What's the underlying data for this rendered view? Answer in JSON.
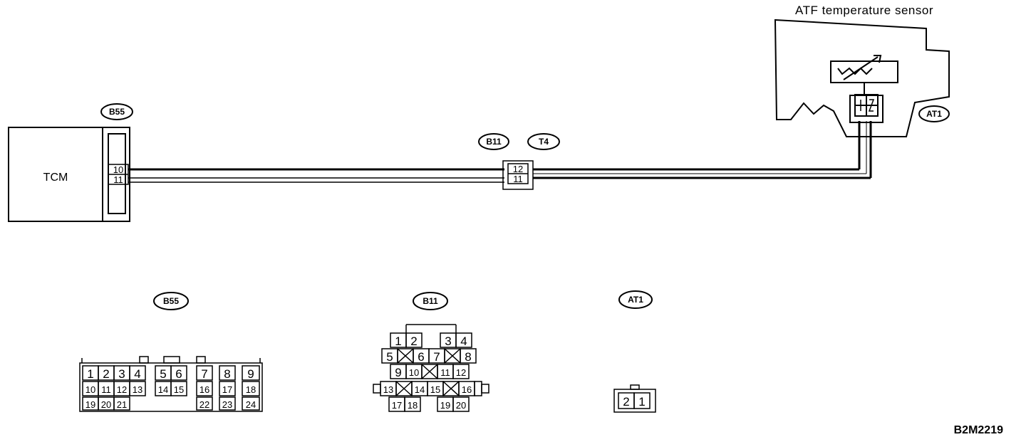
{
  "figure_code": "B2M2219",
  "sensor": {
    "title": "ATF temperature sensor",
    "connector_id": "AT1",
    "pins": [
      "1",
      "2"
    ]
  },
  "tcm": {
    "label": "TCM",
    "connector_id": "B55",
    "pins": [
      "10",
      "11"
    ]
  },
  "junction": {
    "connector_ids": [
      "B11",
      "T4"
    ],
    "pins": [
      "12",
      "11"
    ]
  },
  "connector_views": {
    "b55": {
      "id": "B55",
      "row1": [
        "1",
        "2",
        "3",
        "4",
        "5",
        "6",
        "7",
        "8",
        "9"
      ],
      "row2": [
        "10",
        "11",
        "12",
        "13",
        "14",
        "15",
        "16",
        "17",
        "18"
      ],
      "row3": [
        "19",
        "20",
        "21",
        "22",
        "23",
        "24"
      ]
    },
    "b11": {
      "id": "B11",
      "row1": [
        "1",
        "2",
        "3",
        "4"
      ],
      "row2": [
        "5",
        "6",
        "7",
        "8"
      ],
      "row3": [
        "9",
        "10",
        "11",
        "12"
      ],
      "row4": [
        "13",
        "14",
        "15",
        "16"
      ],
      "row5": [
        "17",
        "18",
        "19",
        "20"
      ]
    },
    "at1": {
      "id": "AT1",
      "pins": [
        "2",
        "1"
      ]
    }
  }
}
